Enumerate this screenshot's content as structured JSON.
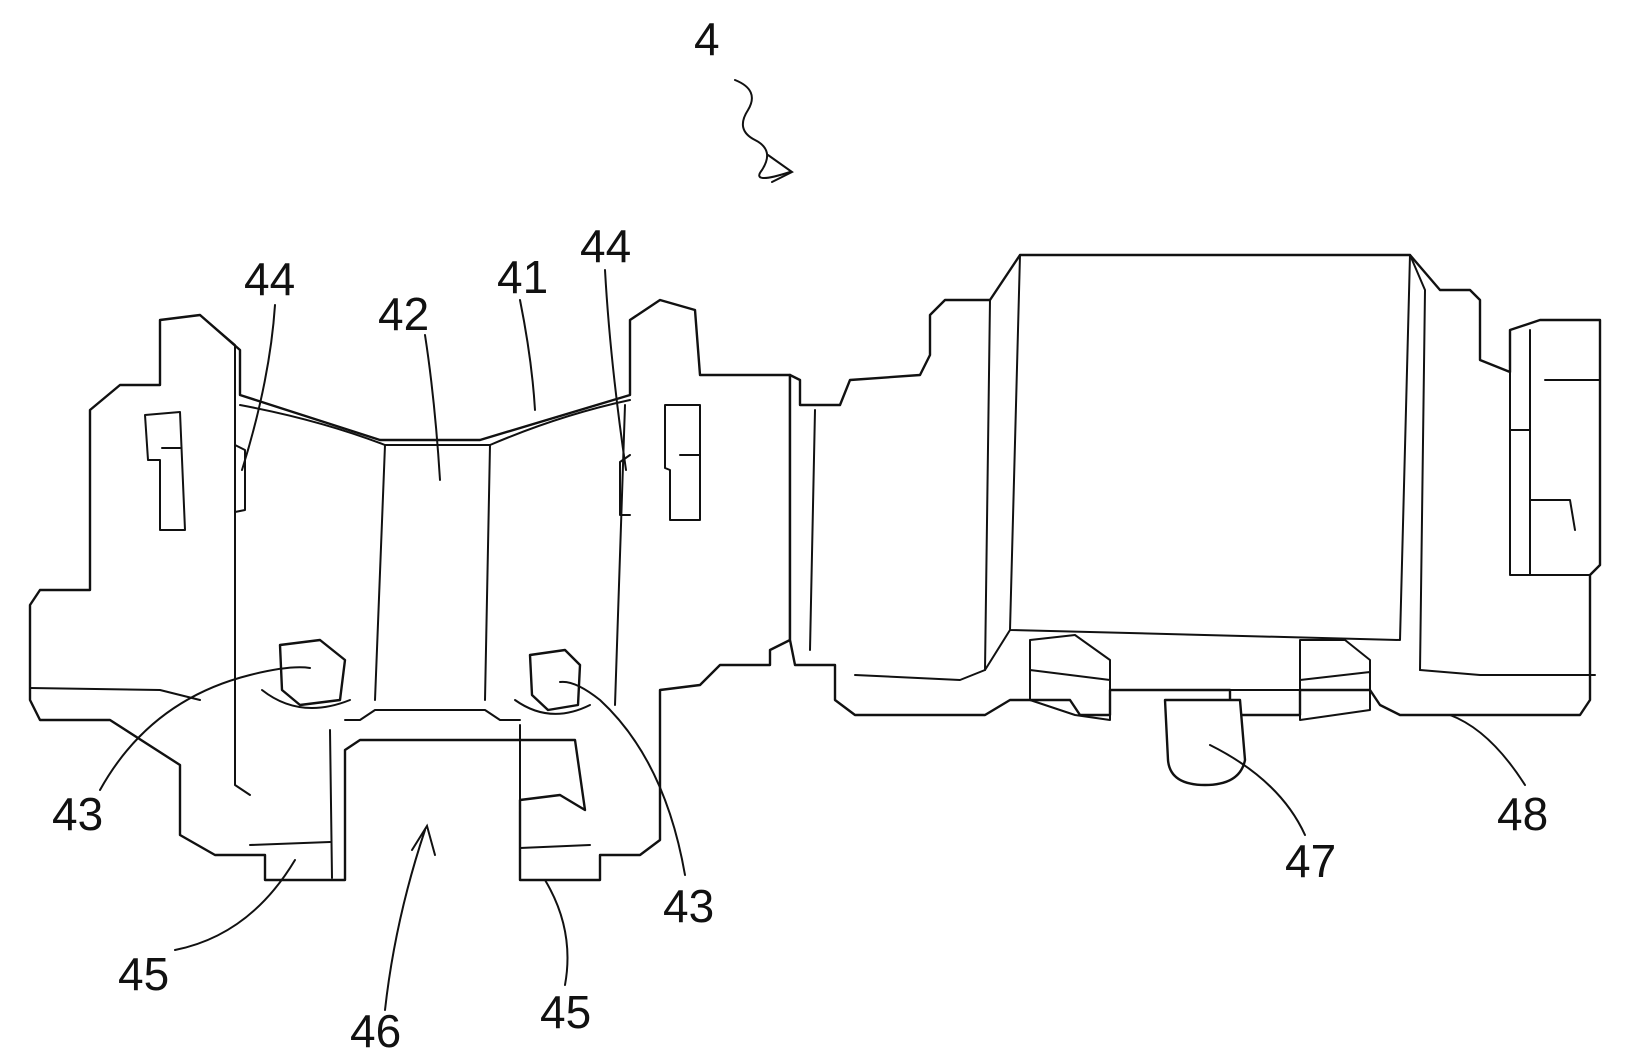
{
  "figure": {
    "reference_numerals": {
      "assembly": "4",
      "n41": "41",
      "n42": "42",
      "n43_left": "43",
      "n43_right": "43",
      "n44_left": "44",
      "n44_right": "44",
      "n45_left": "45",
      "n45_right": "45",
      "n46": "46",
      "n47": "47",
      "n48": "48"
    }
  }
}
